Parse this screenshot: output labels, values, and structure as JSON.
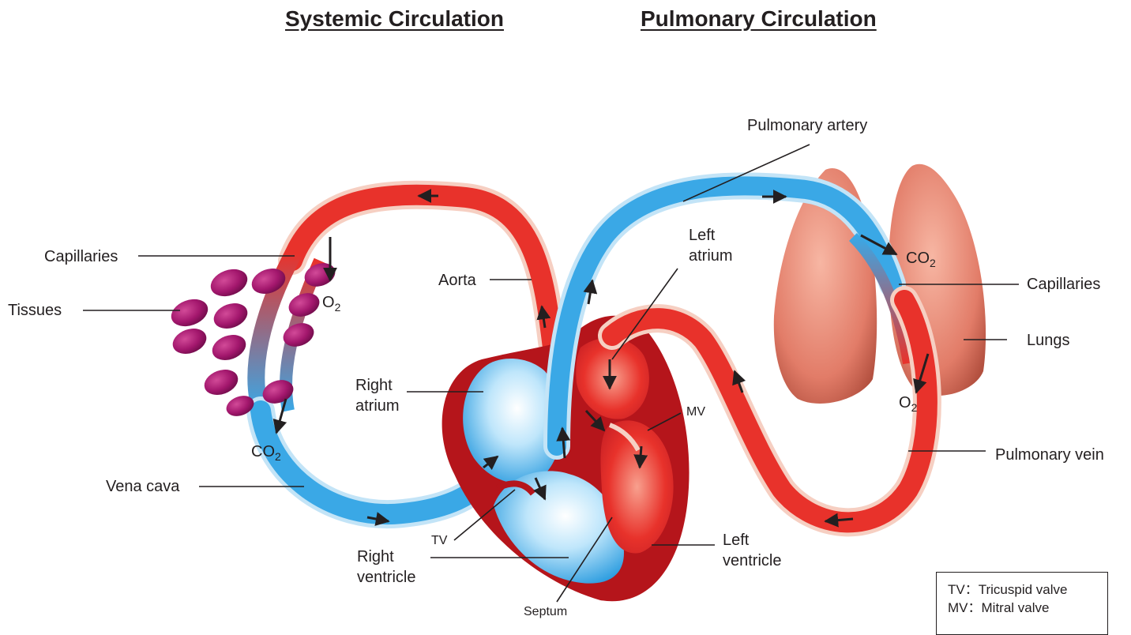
{
  "titles": {
    "systemic": "Systemic Circulation",
    "pulmonary": "Pulmonary Circulation"
  },
  "labels": {
    "pulmonary_artery": "Pulmonary artery",
    "left_atrium": "Left\natrium",
    "capillaries_left": "Capillaries",
    "tissues": "Tissues",
    "aorta": "Aorta",
    "right_atrium": "Right\natrium",
    "vena_cava": "Vena cava",
    "tv": "TV",
    "right_ventricle": "Right\nventricle",
    "septum": "Septum",
    "mv": "MV",
    "left_ventricle": "Left\nventricle",
    "capillaries_right": "Capillaries",
    "lungs": "Lungs",
    "pulmonary_vein": "Pulmonary vein"
  },
  "gases": {
    "o2_tissue": {
      "base": "O",
      "sub": "2"
    },
    "co2_tissue": {
      "base": "CO",
      "sub": "2"
    },
    "co2_lung": {
      "base": "CO",
      "sub": "2"
    },
    "o2_lung": {
      "base": "O",
      "sub": "2"
    }
  },
  "legend": {
    "tv": "TV：Tricuspid valve",
    "mv": "MV：Mitral valve"
  },
  "colors": {
    "oxygenated": "#e8322b",
    "deoxygenated": "#3aa8e6",
    "heart_wall": "#b5151b",
    "tissue_cell": "#a3176d",
    "lung": "#e07a68"
  }
}
